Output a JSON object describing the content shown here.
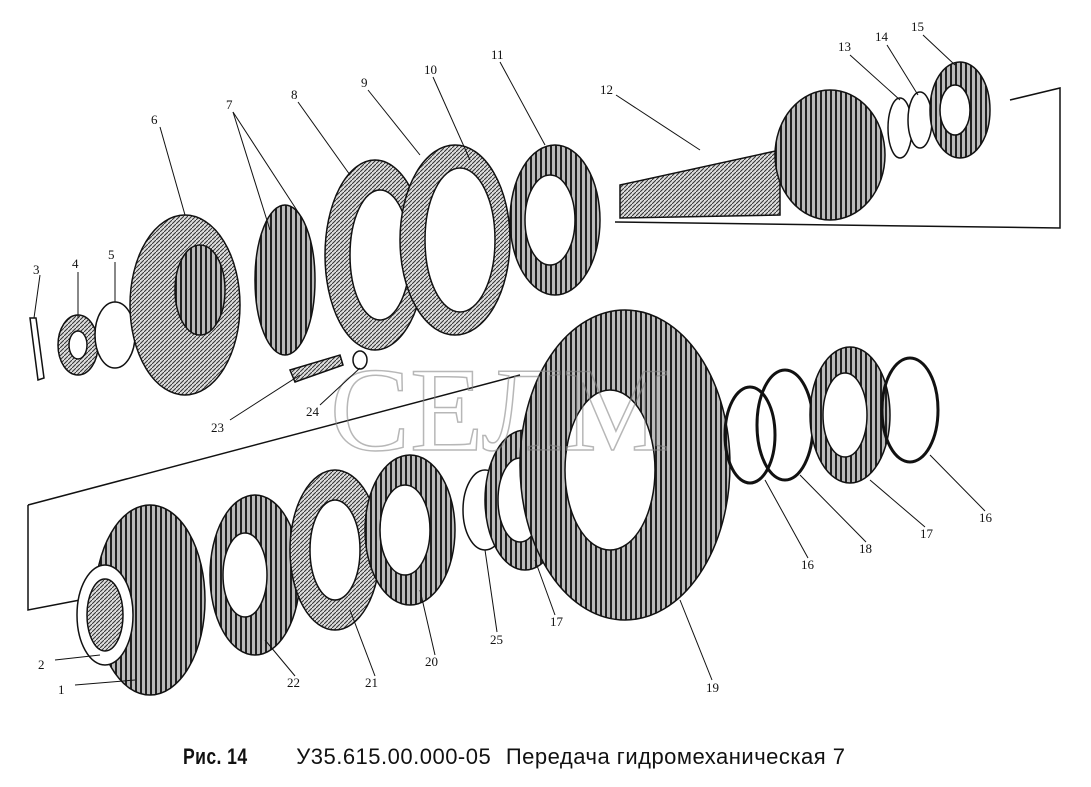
{
  "figure": {
    "fig_label": "Рис. 14",
    "code": "У35.615.00.000-05",
    "title": "Передача гидромеханическая 7",
    "watermark": "СЕЛМ"
  },
  "callouts": [
    "1",
    "2",
    "3",
    "4",
    "5",
    "6",
    "7",
    "8",
    "9",
    "10",
    "11",
    "12",
    "13",
    "14",
    "15",
    "16",
    "16",
    "17",
    "17",
    "18",
    "19",
    "20",
    "21",
    "22",
    "23",
    "24",
    "25"
  ]
}
